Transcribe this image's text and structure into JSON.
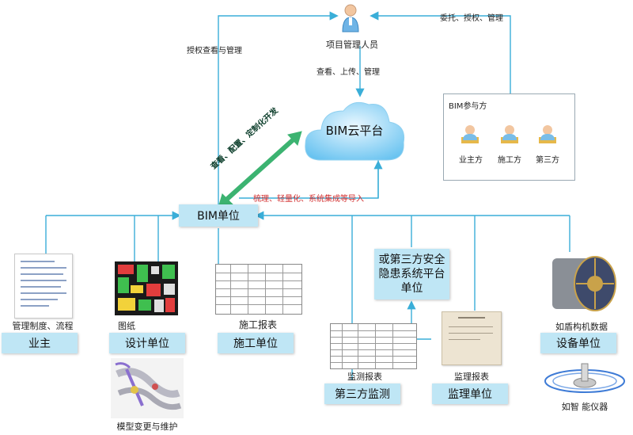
{
  "colors": {
    "connector": "#3aaed8",
    "box_fill": "#bfe6f5",
    "green_arrow": "#3cb371",
    "red_text": "#d32f2f"
  },
  "top": {
    "manager_label": "项目管理人员",
    "left_label": "授权查看与管理",
    "right_label": "委托、授权、管理",
    "down_label": "查看、上传、管理"
  },
  "cloud": {
    "label": "BIM云平台",
    "green_label": "查看、配置、定制化开发",
    "red_label": "梳理、轻量化、系统集成等导入"
  },
  "bim_unit": {
    "label": "BIM单位"
  },
  "participants": {
    "title": "BIM参与方",
    "items": [
      {
        "label": "业主方"
      },
      {
        "label": "施工方"
      },
      {
        "label": "第三方"
      }
    ]
  },
  "safety_platform": {
    "label": "或第三方安全隐患系统平台单位"
  },
  "nodes": {
    "owner": {
      "caption": "管理制度、流程",
      "label": "业主"
    },
    "design": {
      "caption": "图纸",
      "label": "设计单位"
    },
    "construction": {
      "caption": "施工报表",
      "label": "施工单位"
    },
    "monitor": {
      "caption": "监测报表",
      "label": "第三方监测"
    },
    "supervision": {
      "caption": "监理报表",
      "label": "监理单位"
    },
    "equipment": {
      "caption_top": "如盾构机数据",
      "label": "设备单位",
      "caption_bottom": "如智 能仪器"
    }
  },
  "model_caption": "模型变更与维护"
}
